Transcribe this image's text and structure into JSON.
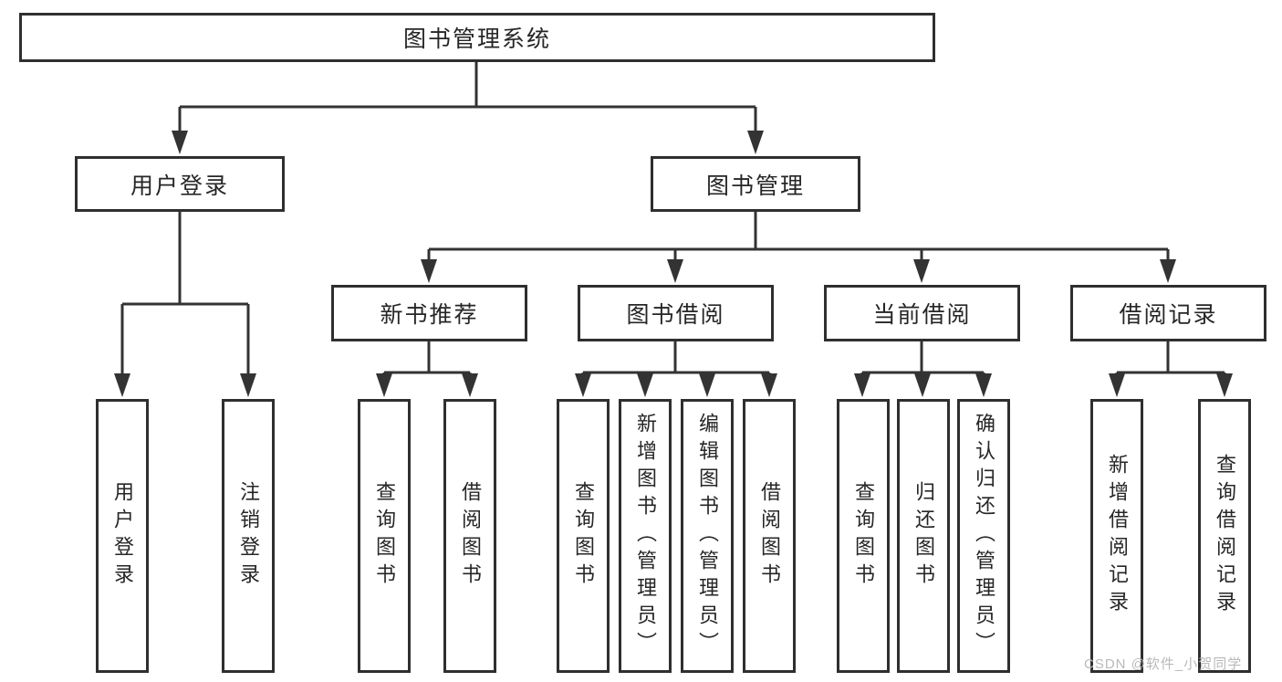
{
  "tree": {
    "root": {
      "label": "图书管理系统"
    },
    "branches": [
      {
        "label": "用户登录",
        "children": [
          {
            "label": "用户登录"
          },
          {
            "label": "注销登录"
          }
        ]
      },
      {
        "label": "图书管理",
        "children": [
          {
            "label": "新书推荐",
            "children": [
              {
                "label": "查询图书"
              },
              {
                "label": "借阅图书"
              }
            ]
          },
          {
            "label": "图书借阅",
            "children": [
              {
                "label": "查询图书"
              },
              {
                "label": "新增图书（管理员）"
              },
              {
                "label": "编辑图书（管理员）"
              },
              {
                "label": "借阅图书"
              }
            ]
          },
          {
            "label": "当前借阅",
            "children": [
              {
                "label": "查询图书"
              },
              {
                "label": "归还图书"
              },
              {
                "label": "确认归还（管理员）"
              }
            ]
          },
          {
            "label": "借阅记录",
            "children": [
              {
                "label": "新增借阅记录"
              },
              {
                "label": "查询借阅记录"
              }
            ]
          }
        ]
      }
    ]
  },
  "watermark": {
    "text": "CSDN @软件_小贺同学"
  },
  "colors": {
    "line": "#333333",
    "border": "#2f2f2f",
    "text": "#262626",
    "background": "#ffffff",
    "watermark": "#b9b9b9"
  }
}
